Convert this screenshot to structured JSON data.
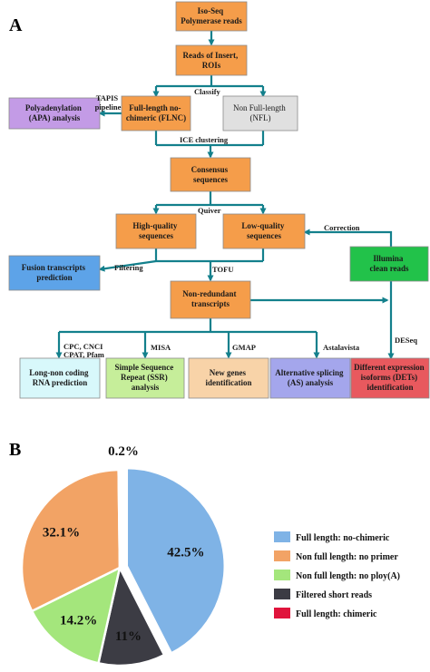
{
  "panel_a": {
    "label": "A",
    "boxes": {
      "isoseq": [
        "Iso-Seq",
        "Polymerase reads"
      ],
      "roi": [
        "Reads of Insert,",
        "ROIs"
      ],
      "flnc": [
        "Full-length no-",
        "chimeric (FLNC)"
      ],
      "nfl": [
        "Non Full-length",
        "(NFL)"
      ],
      "apa": [
        "Polyadenylation",
        "(APA) analysis"
      ],
      "consensus": [
        "Consensus",
        "sequences"
      ],
      "hq": [
        "High-quality",
        "sequences"
      ],
      "lq": [
        "Low-quality",
        "sequences"
      ],
      "illumina": [
        "Illumina",
        "clean reads"
      ],
      "fusion": [
        "Fusion transcripts",
        "prediction"
      ],
      "nonred": [
        "Non-redundant",
        "transcripts"
      ],
      "lnc": [
        "Long-non coding",
        "RNA prediction"
      ],
      "ssr": [
        "Simple Sequence",
        "Repeat (SSR)",
        "analysis"
      ],
      "newgenes": [
        "New genes",
        "identification"
      ],
      "as": [
        "Alternative splicing",
        "(AS) analysis"
      ],
      "det": [
        "Different expression",
        "isoforms (DETs)",
        "identification"
      ]
    },
    "labels": {
      "classify": "Classify",
      "tapis": [
        "TAPIS",
        "pipeline"
      ],
      "ice": "ICE clustering",
      "quiver": "Quiver",
      "correction": "Correction",
      "filtering": "Filtering",
      "tofu": "TOFU",
      "cpc": [
        "CPC, CNCI",
        "CPAT, Pfam"
      ],
      "misa": "MISA",
      "gmap": "GMAP",
      "astalavista": "Astalavista",
      "deseq": "DESeq"
    },
    "colors": {
      "orange": "#F59D4A",
      "gray": "#E0E0E0",
      "purple": "#C39BE6",
      "green": "#22C24A",
      "blue": "#5DA3E8",
      "arrow": "#13808C",
      "cyan_light": "#D8F8FB",
      "green_light": "#C6EE9A",
      "peach": "#F8D3A8",
      "violet": "#A4A6EC",
      "red": "#E8595E"
    }
  },
  "panel_b": {
    "label": "B",
    "chart_data": {
      "type": "pie",
      "slices": [
        {
          "name": "Full length: no-chimeric",
          "value": 42.5,
          "label": "42.5%",
          "color": "#7FB3E6"
        },
        {
          "name": "Filtered short reads",
          "value": 11.0,
          "label": "11%",
          "color": "#3C3C44"
        },
        {
          "name": "Non full length: no ploy(A)",
          "value": 14.2,
          "label": "14.2%",
          "color": "#A4E67C"
        },
        {
          "name": "Non full length: no primer",
          "value": 32.1,
          "label": "32.1%",
          "color": "#F2A365"
        },
        {
          "name": "Full length: chimeric",
          "value": 0.2,
          "label": "0.2%",
          "color": "#E0143C"
        }
      ],
      "legend": [
        {
          "name": "Full length: no-chimeric",
          "color": "#7FB3E6"
        },
        {
          "name": "Non full length: no primer",
          "color": "#F2A365"
        },
        {
          "name": "Non full length: no ploy(A)",
          "color": "#A4E67C"
        },
        {
          "name": "Filtered short reads",
          "color": "#3C3C44"
        },
        {
          "name": "Full length: chimeric",
          "color": "#E0143C"
        }
      ],
      "legend_position": "right",
      "exploded_slice": "Full length: no-chimeric"
    }
  }
}
